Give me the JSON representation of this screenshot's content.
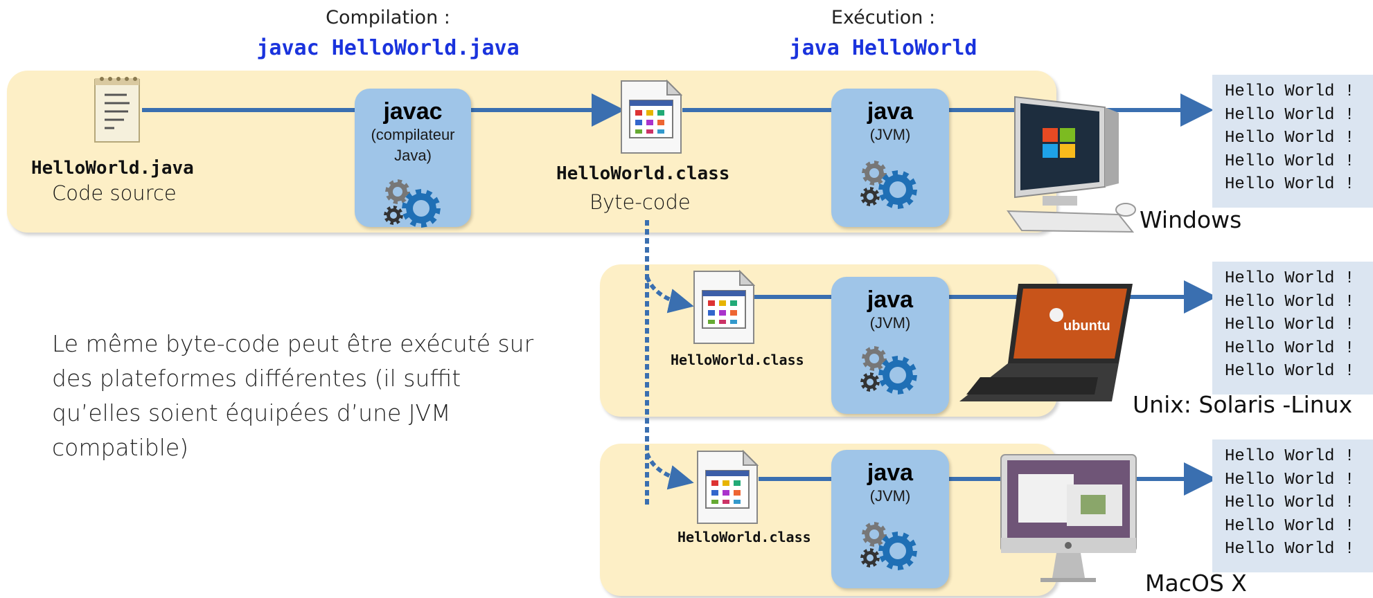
{
  "compile": {
    "label": "Compilation :",
    "command": "javac HelloWorld.java"
  },
  "execute": {
    "label": "Exécution :",
    "command": "java HelloWorld"
  },
  "source": {
    "filename": "HelloWorld.java",
    "caption": "Code source"
  },
  "compiler": {
    "title": "javac",
    "subtitle_line1": "(compilateur",
    "subtitle_line2": "Java)"
  },
  "bytecode": {
    "filename": "HelloWorld.class",
    "caption": "Byte-code"
  },
  "rows": [
    {
      "jvm_title": "java",
      "jvm_subtitle": "(JVM)",
      "platform": "Windows",
      "output": [
        "Hello World !",
        "Hello World !",
        "Hello World !",
        "Hello World !",
        "Hello World !"
      ]
    },
    {
      "class_file": "HelloWorld.class",
      "jvm_title": "java",
      "jvm_subtitle": "(JVM)",
      "platform": "Unix: Solaris -Linux",
      "output": [
        "Hello World !",
        "Hello World !",
        "Hello World !",
        "Hello World !",
        "Hello World !"
      ]
    },
    {
      "class_file": "HelloWorld.class",
      "jvm_title": "java",
      "jvm_subtitle": "(JVM)",
      "platform": "MacOS X",
      "output": [
        "Hello World !",
        "Hello World !",
        "Hello World !",
        "Hello World !",
        "Hello World !"
      ]
    }
  ],
  "explanation": "Le même byte-code peut être exécuté sur des plateformes différentes (il suffit qu’elles soient équipées d’une JVM compatible)",
  "colors": {
    "band": "#fdefc6",
    "process_box": "#9fc5e8",
    "arrow": "#3a6fb0",
    "command_text": "#1a33dd",
    "output_box": "#dbe5f1"
  },
  "icons": [
    "notepad-icon",
    "class-file-icon",
    "gears-icon",
    "windows-desktop-icon",
    "ubuntu-laptop-icon",
    "imac-icon"
  ]
}
